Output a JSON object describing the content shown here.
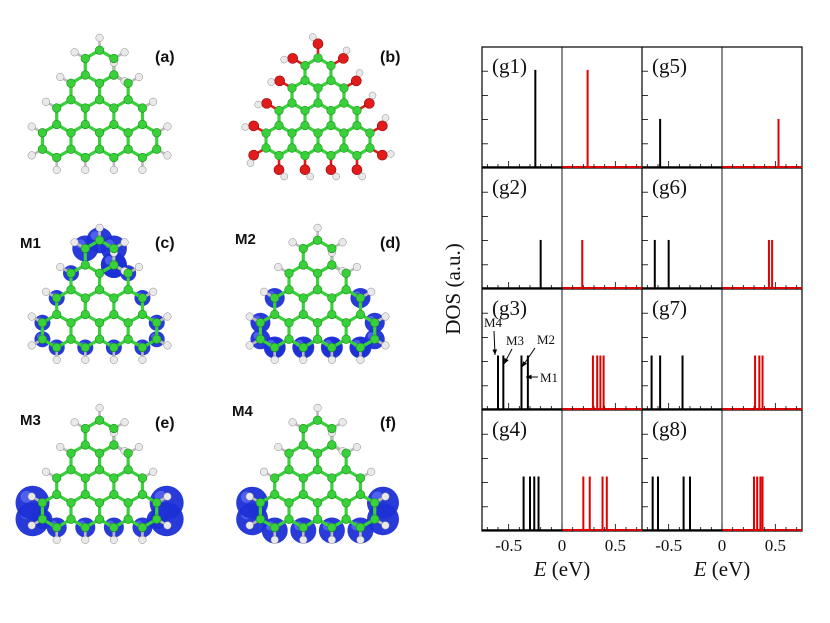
{
  "colors": {
    "carbon": "#39d13a",
    "oxygen": "#e21b1b",
    "hydrogen": "#e9e9e9",
    "density": "#1c2fd6",
    "occupied": "#000000",
    "unoccupied": "#e00000"
  },
  "molecules": {
    "panels": [
      {
        "letter": "(a)",
        "label": "",
        "density": "none",
        "oh": false
      },
      {
        "letter": "(b)",
        "label": "",
        "density": "none",
        "oh": true
      },
      {
        "letter": "(c)",
        "label": "M1",
        "density": "M1",
        "oh": false
      },
      {
        "letter": "(d)",
        "label": "M2",
        "density": "M2",
        "oh": false
      },
      {
        "letter": "(e)",
        "label": "M3",
        "density": "M3",
        "oh": false
      },
      {
        "letter": "(f)",
        "label": "M4",
        "density": "M4",
        "oh": false
      }
    ]
  },
  "chart_data": {
    "type": "bar",
    "ylabel": "DOS (a.u.)",
    "xlabel_italic": "E",
    "xlabel_unit": " (eV)",
    "xlim": [
      -0.75,
      0.75
    ],
    "xticks": [
      -0.5,
      0,
      0.5
    ],
    "xtick_labels": [
      "-0.5",
      "0",
      "0.5"
    ],
    "panels": [
      {
        "label": "(g1)",
        "occupied": [
          -0.25
        ],
        "unoccupied": [
          0.24
        ],
        "heights": [
          0.9,
          0.9
        ]
      },
      {
        "label": "(g2)",
        "occupied": [
          -0.2
        ],
        "unoccupied": [
          0.19
        ],
        "heights": [
          0.45,
          0.45
        ]
      },
      {
        "label": "(g3)",
        "occupied": [
          -0.6,
          -0.55,
          -0.38,
          -0.32
        ],
        "unoccupied": [
          0.29,
          0.33,
          0.36,
          0.39
        ],
        "heights": [
          0.5,
          0.5
        ]
      },
      {
        "label": "(g4)",
        "occupied": [
          -0.36,
          -0.3,
          -0.26,
          -0.22
        ],
        "unoccupied": [
          0.2,
          0.26,
          0.38,
          0.42
        ],
        "heights": [
          0.5,
          0.5
        ]
      },
      {
        "label": "(g5)",
        "occupied": [
          -0.58
        ],
        "unoccupied": [
          0.53
        ],
        "heights": [
          0.45,
          0.45
        ]
      },
      {
        "label": "(g6)",
        "occupied": [
          -0.63,
          -0.5
        ],
        "unoccupied": [
          0.44,
          0.47
        ],
        "heights": [
          0.45,
          0.45
        ]
      },
      {
        "label": "(g7)",
        "occupied": [
          -0.66,
          -0.58,
          -0.37
        ],
        "unoccupied": [
          0.31,
          0.35,
          0.38
        ],
        "heights": [
          0.5,
          0.5
        ]
      },
      {
        "label": "(g8)",
        "occupied": [
          -0.65,
          -0.6,
          -0.36,
          -0.3
        ],
        "unoccupied": [
          0.3,
          0.33,
          0.36,
          0.38
        ],
        "heights": [
          0.5,
          0.5
        ]
      }
    ],
    "annotations": [
      "M4",
      "M3",
      "M2",
      "M1"
    ]
  }
}
